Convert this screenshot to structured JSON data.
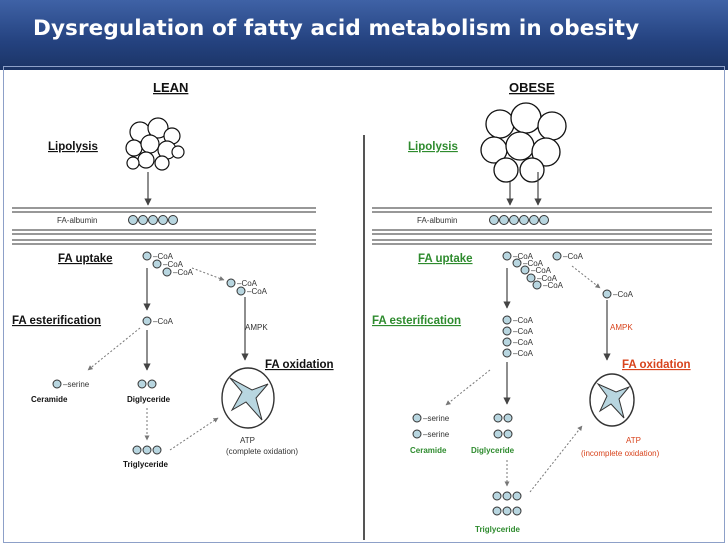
{
  "slide": {
    "title": "Dysregulation of fatty acid metabolism in obesity"
  },
  "lean": {
    "heading": "LEAN",
    "lipolysis": "Lipolysis",
    "fa_albumin": "FA-albumin",
    "fa_uptake": "FA uptake",
    "coa": "CoA",
    "fa_esterification": "FA esterification",
    "ampk": "AMPK",
    "fa_oxidation": "FA oxidation",
    "serine": "serine",
    "ceramide": "Ceramide",
    "diglyceride": "Diglyceride",
    "triglyceride": "Triglyceride",
    "atp": "ATP",
    "atp_note": "(complete oxidation)"
  },
  "obese": {
    "heading": "OBESE",
    "lipolysis": "Lipolysis",
    "fa_albumin": "FA-albumin",
    "fa_uptake": "FA uptake",
    "coa": "CoA",
    "fa_esterification": "FA esterification",
    "ampk": "AMPK",
    "fa_oxidation": "FA oxidation",
    "serine": "serine",
    "ceramide": "Ceramide",
    "diglyceride": "Diglyceride",
    "triglyceride": "Triglyceride",
    "atp": "ATP",
    "atp_note": "(incomplete oxidation)"
  },
  "colors": {
    "title_bar": "#24427f",
    "green_label": "#2e8b2e",
    "red_label": "#d8431c",
    "bead_fill": "#b8d6e0",
    "membrane": "#666666"
  }
}
